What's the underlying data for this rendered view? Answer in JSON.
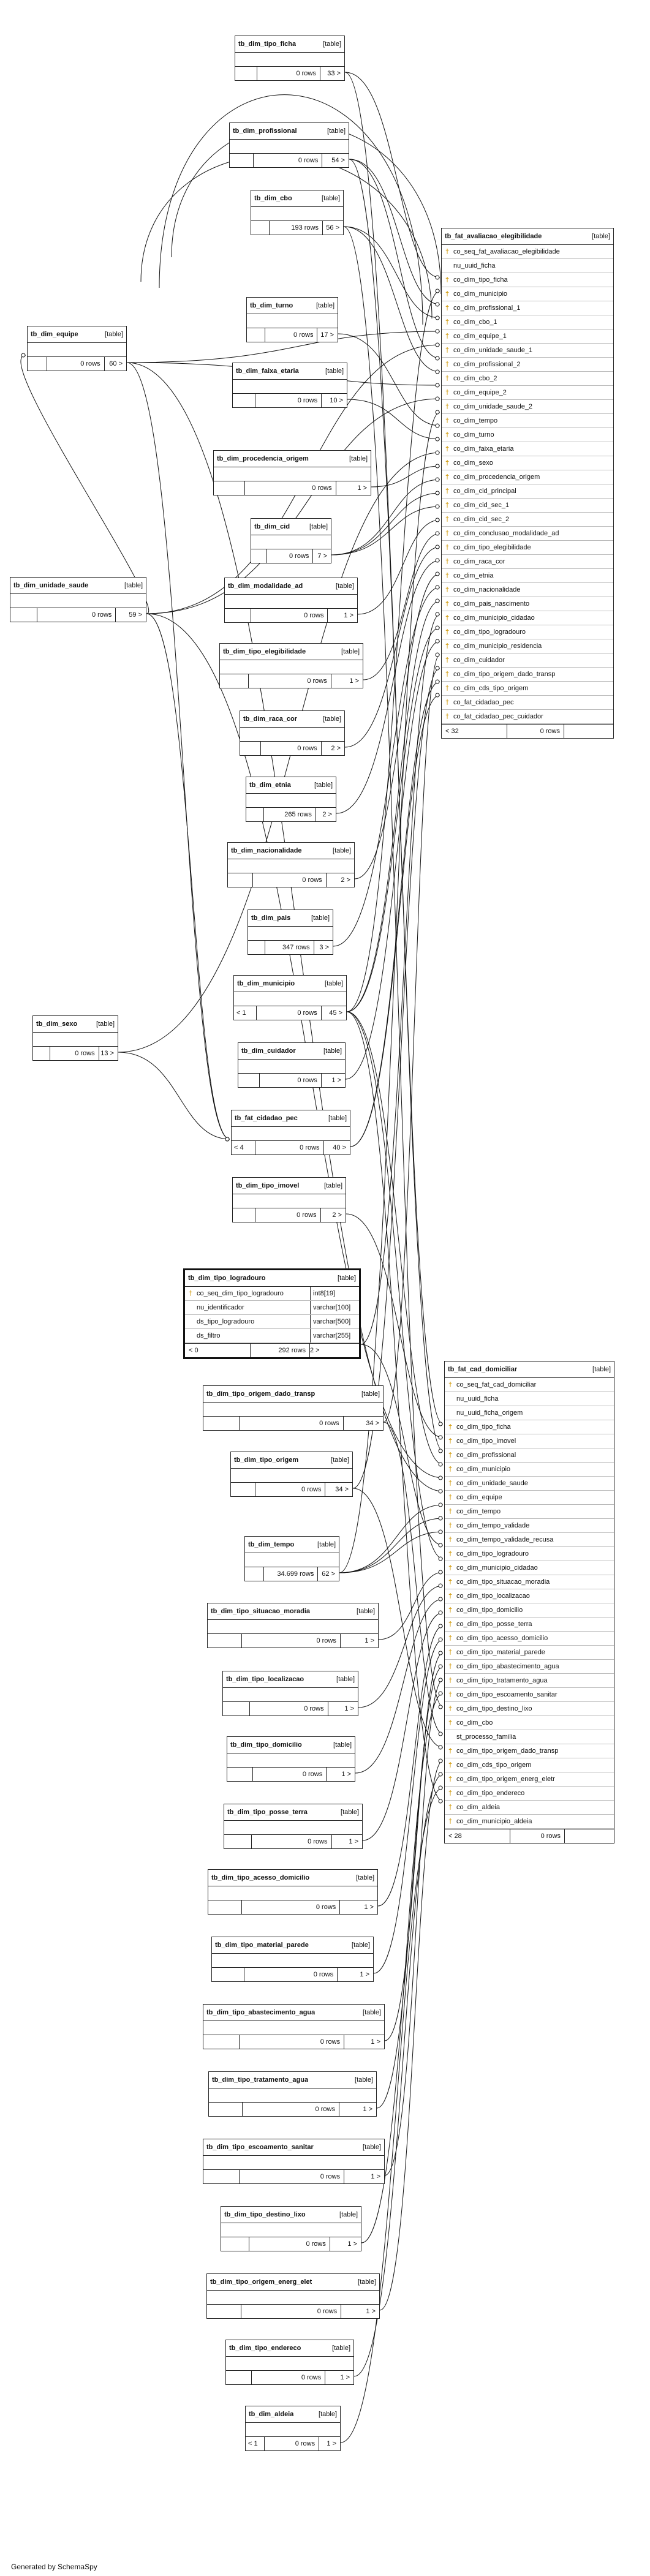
{
  "footer": "Generated by SchemaSpy",
  "tables": [
    {
      "id": "tb_dim_tipo_ficha",
      "name": "tb_dim_tipo_ficha",
      "type": "[table]",
      "left": "",
      "rows": "0 rows",
      "right": "33 >"
    },
    {
      "id": "tb_dim_profissional",
      "name": "tb_dim_profissional",
      "type": "[table]",
      "left": "",
      "rows": "0 rows",
      "right": "54 >"
    },
    {
      "id": "tb_dim_cbo",
      "name": "tb_dim_cbo",
      "type": "[table]",
      "left": "",
      "rows": "193 rows",
      "right": "56 >"
    },
    {
      "id": "tb_dim_turno",
      "name": "tb_dim_turno",
      "type": "[table]",
      "left": "",
      "rows": "0 rows",
      "right": "17 >"
    },
    {
      "id": "tb_dim_faixa_etaria",
      "name": "tb_dim_faixa_etaria",
      "type": "[table]",
      "left": "",
      "rows": "0 rows",
      "right": "10 >"
    },
    {
      "id": "tb_dim_equipe",
      "name": "tb_dim_equipe",
      "type": "[table]",
      "left": "",
      "rows": "0 rows",
      "right": "60 >"
    },
    {
      "id": "tb_dim_procedencia_origem",
      "name": "tb_dim_procedencia_origem",
      "type": "[table]",
      "left": "",
      "rows": "0 rows",
      "right": "1 >"
    },
    {
      "id": "tb_dim_cid",
      "name": "tb_dim_cid",
      "type": "[table]",
      "left": "",
      "rows": "0 rows",
      "right": "7 >"
    },
    {
      "id": "tb_dim_unidade_saude",
      "name": "tb_dim_unidade_saude",
      "type": "[table]",
      "left": "",
      "rows": "0 rows",
      "right": "59 >"
    },
    {
      "id": "tb_dim_modalidade_ad",
      "name": "tb_dim_modalidade_ad",
      "type": "[table]",
      "left": "",
      "rows": "0 rows",
      "right": "1 >"
    },
    {
      "id": "tb_dim_tipo_elegibilidade",
      "name": "tb_dim_tipo_elegibilidade",
      "type": "[table]",
      "left": "",
      "rows": "0 rows",
      "right": "1 >"
    },
    {
      "id": "tb_dim_raca_cor",
      "name": "tb_dim_raca_cor",
      "type": "[table]",
      "left": "",
      "rows": "0 rows",
      "right": "2 >"
    },
    {
      "id": "tb_dim_etnia",
      "name": "tb_dim_etnia",
      "type": "[table]",
      "left": "",
      "rows": "265 rows",
      "right": "2 >"
    },
    {
      "id": "tb_dim_nacionalidade",
      "name": "tb_dim_nacionalidade",
      "type": "[table]",
      "left": "",
      "rows": "0 rows",
      "right": "2 >"
    },
    {
      "id": "tb_dim_pais",
      "name": "tb_dim_pais",
      "type": "[table]",
      "left": "",
      "rows": "347 rows",
      "right": "3 >"
    },
    {
      "id": "tb_dim_municipio",
      "name": "tb_dim_municipio",
      "type": "[table]",
      "left": "< 1",
      "rows": "0 rows",
      "right": "45 >"
    },
    {
      "id": "tb_dim_sexo",
      "name": "tb_dim_sexo",
      "type": "[table]",
      "left": "",
      "rows": "0 rows",
      "right": "13 >"
    },
    {
      "id": "tb_dim_cuidador",
      "name": "tb_dim_cuidador",
      "type": "[table]",
      "left": "",
      "rows": "0 rows",
      "right": "1 >"
    },
    {
      "id": "tb_fat_cidadao_pec",
      "name": "tb_fat_cidadao_pec",
      "type": "[table]",
      "left": "< 4",
      "rows": "0 rows",
      "right": "40 >"
    },
    {
      "id": "tb_dim_tipo_imovel",
      "name": "tb_dim_tipo_imovel",
      "type": "[table]",
      "left": "",
      "rows": "0 rows",
      "right": "2 >"
    },
    {
      "id": "tb_dim_tipo_origem_dado_transp",
      "name": "tb_dim_tipo_origem_dado_transp",
      "type": "[table]",
      "left": "",
      "rows": "0 rows",
      "right": "34 >"
    },
    {
      "id": "tb_dim_tipo_origem",
      "name": "tb_dim_tipo_origem",
      "type": "[table]",
      "left": "",
      "rows": "0 rows",
      "right": "34 >"
    },
    {
      "id": "tb_dim_tempo",
      "name": "tb_dim_tempo",
      "type": "[table]",
      "left": "",
      "rows": "34.699 rows",
      "right": "62 >"
    },
    {
      "id": "tb_dim_tipo_situacao_moradia",
      "name": "tb_dim_tipo_situacao_moradia",
      "type": "[table]",
      "left": "",
      "rows": "0 rows",
      "right": "1 >"
    },
    {
      "id": "tb_dim_tipo_localizacao",
      "name": "tb_dim_tipo_localizacao",
      "type": "[table]",
      "left": "",
      "rows": "0 rows",
      "right": "1 >"
    },
    {
      "id": "tb_dim_tipo_domicilio",
      "name": "tb_dim_tipo_domicilio",
      "type": "[table]",
      "left": "",
      "rows": "0 rows",
      "right": "1 >"
    },
    {
      "id": "tb_dim_tipo_posse_terra",
      "name": "tb_dim_tipo_posse_terra",
      "type": "[table]",
      "left": "",
      "rows": "0 rows",
      "right": "1 >"
    },
    {
      "id": "tb_dim_tipo_acesso_domicilio",
      "name": "tb_dim_tipo_acesso_domicilio",
      "type": "[table]",
      "left": "",
      "rows": "0 rows",
      "right": "1 >"
    },
    {
      "id": "tb_dim_tipo_material_parede",
      "name": "tb_dim_tipo_material_parede",
      "type": "[table]",
      "left": "",
      "rows": "0 rows",
      "right": "1 >"
    },
    {
      "id": "tb_dim_tipo_abastecimento_agua",
      "name": "tb_dim_tipo_abastecimento_agua",
      "type": "[table]",
      "left": "",
      "rows": "0 rows",
      "right": "1 >"
    },
    {
      "id": "tb_dim_tipo_tratamento_agua",
      "name": "tb_dim_tipo_tratamento_agua",
      "type": "[table]",
      "left": "",
      "rows": "0 rows",
      "right": "1 >"
    },
    {
      "id": "tb_dim_tipo_escoamento_sanitar",
      "name": "tb_dim_tipo_escoamento_sanitar",
      "type": "[table]",
      "left": "",
      "rows": "0 rows",
      "right": "1 >"
    },
    {
      "id": "tb_dim_tipo_destino_lixo",
      "name": "tb_dim_tipo_destino_lixo",
      "type": "[table]",
      "left": "",
      "rows": "0 rows",
      "right": "1 >"
    },
    {
      "id": "tb_dim_tipo_origem_energ_elet",
      "name": "tb_dim_tipo_origem_energ_elet",
      "type": "[table]",
      "left": "",
      "rows": "0 rows",
      "right": "1 >"
    },
    {
      "id": "tb_dim_tipo_endereco",
      "name": "tb_dim_tipo_endereco",
      "type": "[table]",
      "left": "",
      "rows": "0 rows",
      "right": "1 >"
    },
    {
      "id": "tb_dim_aldeia",
      "name": "tb_dim_aldeia",
      "type": "[table]",
      "left": "< 1",
      "rows": "0 rows",
      "right": "1 >"
    }
  ],
  "logradouro": {
    "name": "tb_dim_tipo_logradouro",
    "type": "[table]",
    "columns": [
      {
        "name": "co_seq_dim_tipo_logradouro",
        "dtype": "int8[19]",
        "key": true
      },
      {
        "name": "nu_identificador",
        "dtype": "varchar[100]",
        "key": false
      },
      {
        "name": "ds_tipo_logradouro",
        "dtype": "varchar[500]",
        "key": false
      },
      {
        "name": "ds_filtro",
        "dtype": "varchar[255]",
        "key": false
      }
    ],
    "left": "< 0",
    "rows": "292 rows",
    "right": "2 >"
  },
  "fat_avaliacao": {
    "name": "tb_fat_avaliacao_elegibilidade",
    "type": "[table]",
    "columns": [
      {
        "name": "co_seq_fat_avaliacao_elegibilidade",
        "key": true
      },
      {
        "name": "nu_uuid_ficha",
        "key": false
      },
      {
        "name": "co_dim_tipo_ficha",
        "key": true
      },
      {
        "name": "co_dim_municipio",
        "key": true
      },
      {
        "name": "co_dim_profissional_1",
        "key": true
      },
      {
        "name": "co_dim_cbo_1",
        "key": true
      },
      {
        "name": "co_dim_equipe_1",
        "key": true
      },
      {
        "name": "co_dim_unidade_saude_1",
        "key": true
      },
      {
        "name": "co_dim_profissional_2",
        "key": true
      },
      {
        "name": "co_dim_cbo_2",
        "key": true
      },
      {
        "name": "co_dim_equipe_2",
        "key": true
      },
      {
        "name": "co_dim_unidade_saude_2",
        "key": true
      },
      {
        "name": "co_dim_tempo",
        "key": true
      },
      {
        "name": "co_dim_turno",
        "key": true
      },
      {
        "name": "co_dim_faixa_etaria",
        "key": true
      },
      {
        "name": "co_dim_sexo",
        "key": true
      },
      {
        "name": "co_dim_procedencia_origem",
        "key": true
      },
      {
        "name": "co_dim_cid_principal",
        "key": true
      },
      {
        "name": "co_dim_cid_sec_1",
        "key": true
      },
      {
        "name": "co_dim_cid_sec_2",
        "key": true
      },
      {
        "name": "co_dim_conclusao_modalidade_ad",
        "key": true
      },
      {
        "name": "co_dim_tipo_elegibilidade",
        "key": true
      },
      {
        "name": "co_dim_raca_cor",
        "key": true
      },
      {
        "name": "co_dim_etnia",
        "key": true
      },
      {
        "name": "co_dim_nacionalidade",
        "key": true
      },
      {
        "name": "co_dim_pais_nascimento",
        "key": true
      },
      {
        "name": "co_dim_municipio_cidadao",
        "key": true
      },
      {
        "name": "co_dim_tipo_logradouro",
        "key": true
      },
      {
        "name": "co_dim_municipio_residencia",
        "key": true
      },
      {
        "name": "co_dim_cuidador",
        "key": true
      },
      {
        "name": "co_dim_tipo_origem_dado_transp",
        "key": true
      },
      {
        "name": "co_dim_cds_tipo_origem",
        "key": true
      },
      {
        "name": "co_fat_cidadao_pec",
        "key": true
      },
      {
        "name": "co_fat_cidadao_pec_cuidador",
        "key": true
      }
    ],
    "left": "< 32",
    "rows": "0 rows",
    "right": ""
  },
  "fat_cad": {
    "name": "tb_fat_cad_domiciliar",
    "type": "[table]",
    "columns": [
      {
        "name": "co_seq_fat_cad_domiciliar",
        "key": true
      },
      {
        "name": "nu_uuid_ficha",
        "key": false
      },
      {
        "name": "nu_uuid_ficha_origem",
        "key": false
      },
      {
        "name": "co_dim_tipo_ficha",
        "key": true
      },
      {
        "name": "co_dim_tipo_imovel",
        "key": true
      },
      {
        "name": "co_dim_profissional",
        "key": true
      },
      {
        "name": "co_dim_municipio",
        "key": true
      },
      {
        "name": "co_dim_unidade_saude",
        "key": true
      },
      {
        "name": "co_dim_equipe",
        "key": true
      },
      {
        "name": "co_dim_tempo",
        "key": true
      },
      {
        "name": "co_dim_tempo_validade",
        "key": true
      },
      {
        "name": "co_dim_tempo_validade_recusa",
        "key": true
      },
      {
        "name": "co_dim_tipo_logradouro",
        "key": true
      },
      {
        "name": "co_dim_municipio_cidadao",
        "key": true
      },
      {
        "name": "co_dim_tipo_situacao_moradia",
        "key": true
      },
      {
        "name": "co_dim_tipo_localizacao",
        "key": true
      },
      {
        "name": "co_dim_tipo_domicilio",
        "key": true
      },
      {
        "name": "co_dim_tipo_posse_terra",
        "key": true
      },
      {
        "name": "co_dim_tipo_acesso_domicilio",
        "key": true
      },
      {
        "name": "co_dim_tipo_material_parede",
        "key": true
      },
      {
        "name": "co_dim_tipo_abastecimento_agua",
        "key": true
      },
      {
        "name": "co_dim_tipo_tratamento_agua",
        "key": true
      },
      {
        "name": "co_dim_tipo_escoamento_sanitar",
        "key": true
      },
      {
        "name": "co_dim_tipo_destino_lixo",
        "key": true
      },
      {
        "name": "co_dim_cbo",
        "key": true
      },
      {
        "name": "st_processo_familia",
        "key": false
      },
      {
        "name": "co_dim_tipo_origem_dado_transp",
        "key": true
      },
      {
        "name": "co_dim_cds_tipo_origem",
        "key": true
      },
      {
        "name": "co_dim_tipo_origem_energ_eletr",
        "key": true
      },
      {
        "name": "co_dim_tipo_endereco",
        "key": true
      },
      {
        "name": "co_dim_aldeia",
        "key": true
      },
      {
        "name": "co_dim_municipio_aldeia",
        "key": true
      }
    ],
    "left": "< 28",
    "rows": "0 rows",
    "right": ""
  },
  "relations": [
    [
      "tb_dim_tipo_ficha",
      "fat_avaliacao",
      2
    ],
    [
      "tb_dim_tipo_ficha",
      "fat_cad",
      3
    ],
    [
      "tb_dim_municipio",
      "fat_avaliacao",
      3
    ],
    [
      "tb_dim_municipio",
      "fat_avaliacao",
      26
    ],
    [
      "tb_dim_municipio",
      "fat_avaliacao",
      28
    ],
    [
      "tb_dim_municipio",
      "fat_cad",
      6
    ],
    [
      "tb_dim_municipio",
      "fat_cad",
      13
    ],
    [
      "tb_dim_municipio",
      "fat_cad",
      31
    ],
    [
      "tb_dim_profissional",
      "fat_avaliacao",
      4
    ],
    [
      "tb_dim_profissional",
      "fat_avaliacao",
      8
    ],
    [
      "tb_dim_profissional",
      "fat_cad",
      5
    ],
    [
      "tb_dim_cbo",
      "fat_avaliacao",
      5
    ],
    [
      "tb_dim_cbo",
      "fat_avaliacao",
      9
    ],
    [
      "tb_dim_cbo",
      "fat_cad",
      24
    ],
    [
      "tb_dim_equipe",
      "fat_avaliacao",
      6
    ],
    [
      "tb_dim_equipe",
      "fat_avaliacao",
      10
    ],
    [
      "tb_dim_equipe",
      "fat_cad",
      8
    ],
    [
      "tb_dim_unidade_saude",
      "fat_avaliacao",
      7
    ],
    [
      "tb_dim_unidade_saude",
      "fat_avaliacao",
      11
    ],
    [
      "tb_dim_unidade_saude",
      "fat_cad",
      7
    ],
    [
      "tb_dim_tempo",
      "fat_avaliacao",
      12
    ],
    [
      "tb_dim_tempo",
      "fat_cad",
      9
    ],
    [
      "tb_dim_tempo",
      "fat_cad",
      10
    ],
    [
      "tb_dim_tempo",
      "fat_cad",
      11
    ],
    [
      "tb_dim_turno",
      "fat_avaliacao",
      13
    ],
    [
      "tb_dim_faixa_etaria",
      "fat_avaliacao",
      14
    ],
    [
      "tb_dim_sexo",
      "fat_avaliacao",
      15
    ],
    [
      "tb_dim_procedencia_origem",
      "fat_avaliacao",
      16
    ],
    [
      "tb_dim_cid",
      "fat_avaliacao",
      17
    ],
    [
      "tb_dim_cid",
      "fat_avaliacao",
      18
    ],
    [
      "tb_dim_cid",
      "fat_avaliacao",
      19
    ],
    [
      "tb_dim_modalidade_ad",
      "fat_avaliacao",
      20
    ],
    [
      "tb_dim_tipo_elegibilidade",
      "fat_avaliacao",
      21
    ],
    [
      "tb_dim_raca_cor",
      "fat_avaliacao",
      22
    ],
    [
      "tb_dim_etnia",
      "fat_avaliacao",
      23
    ],
    [
      "tb_dim_nacionalidade",
      "fat_avaliacao",
      24
    ],
    [
      "tb_dim_pais",
      "fat_avaliacao",
      25
    ],
    [
      "logradouro",
      "fat_avaliacao",
      27
    ],
    [
      "logradouro",
      "fat_cad",
      12
    ],
    [
      "tb_dim_cuidador",
      "fat_avaliacao",
      29
    ],
    [
      "tb_dim_tipo_origem_dado_transp",
      "fat_avaliacao",
      30
    ],
    [
      "tb_dim_tipo_origem_dado_transp",
      "fat_cad",
      26
    ],
    [
      "tb_dim_tipo_origem",
      "fat_avaliacao",
      31
    ],
    [
      "tb_dim_tipo_origem",
      "fat_cad",
      27
    ],
    [
      "tb_fat_cidadao_pec",
      "fat_avaliacao",
      32
    ],
    [
      "tb_fat_cidadao_pec",
      "fat_avaliacao",
      33
    ],
    [
      "tb_dim_tipo_imovel",
      "fat_cad",
      4
    ],
    [
      "tb_dim_tipo_situacao_moradia",
      "fat_cad",
      14
    ],
    [
      "tb_dim_tipo_localizacao",
      "fat_cad",
      15
    ],
    [
      "tb_dim_tipo_domicilio",
      "fat_cad",
      16
    ],
    [
      "tb_dim_tipo_posse_terra",
      "fat_cad",
      17
    ],
    [
      "tb_dim_tipo_acesso_domicilio",
      "fat_cad",
      18
    ],
    [
      "tb_dim_tipo_material_parede",
      "fat_cad",
      19
    ],
    [
      "tb_dim_tipo_abastecimento_agua",
      "fat_cad",
      20
    ],
    [
      "tb_dim_tipo_tratamento_agua",
      "fat_cad",
      21
    ],
    [
      "tb_dim_tipo_escoamento_sanitar",
      "fat_cad",
      22
    ],
    [
      "tb_dim_tipo_destino_lixo",
      "fat_cad",
      23
    ],
    [
      "tb_dim_tipo_origem_energ_elet",
      "fat_cad",
      28
    ],
    [
      "tb_dim_tipo_endereco",
      "fat_cad",
      29
    ],
    [
      "tb_dim_aldeia",
      "fat_cad",
      30
    ],
    [
      "tb_dim_unidade_saude",
      "tb_fat_cidadao_pec",
      0
    ],
    [
      "tb_dim_equipe",
      "tb_fat_cidadao_pec",
      0
    ],
    [
      "tb_dim_sexo",
      "tb_fat_cidadao_pec",
      0
    ],
    [
      "tb_dim_unidade_saude",
      "tb_dim_equipe",
      0
    ]
  ]
}
